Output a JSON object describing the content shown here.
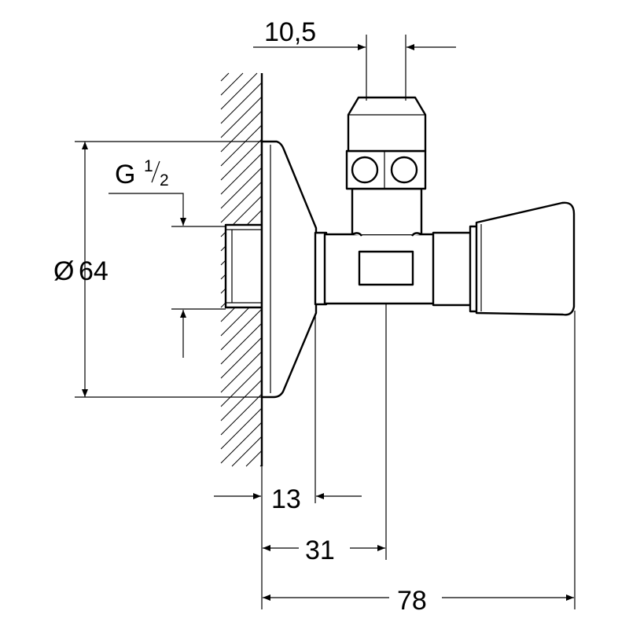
{
  "diagram": {
    "type": "technical-drawing",
    "subject": "angle valve dimension drawing",
    "labels": {
      "thread_prefix": "G",
      "thread_num": "1",
      "thread_den": "2",
      "diameter_symbol": "Ø",
      "diameter": "64",
      "dim_top": "10,5",
      "dim_13": "13",
      "dim_31": "31",
      "dim_78": "78"
    },
    "colors": {
      "line": "#000000",
      "background": "#ffffff"
    }
  }
}
